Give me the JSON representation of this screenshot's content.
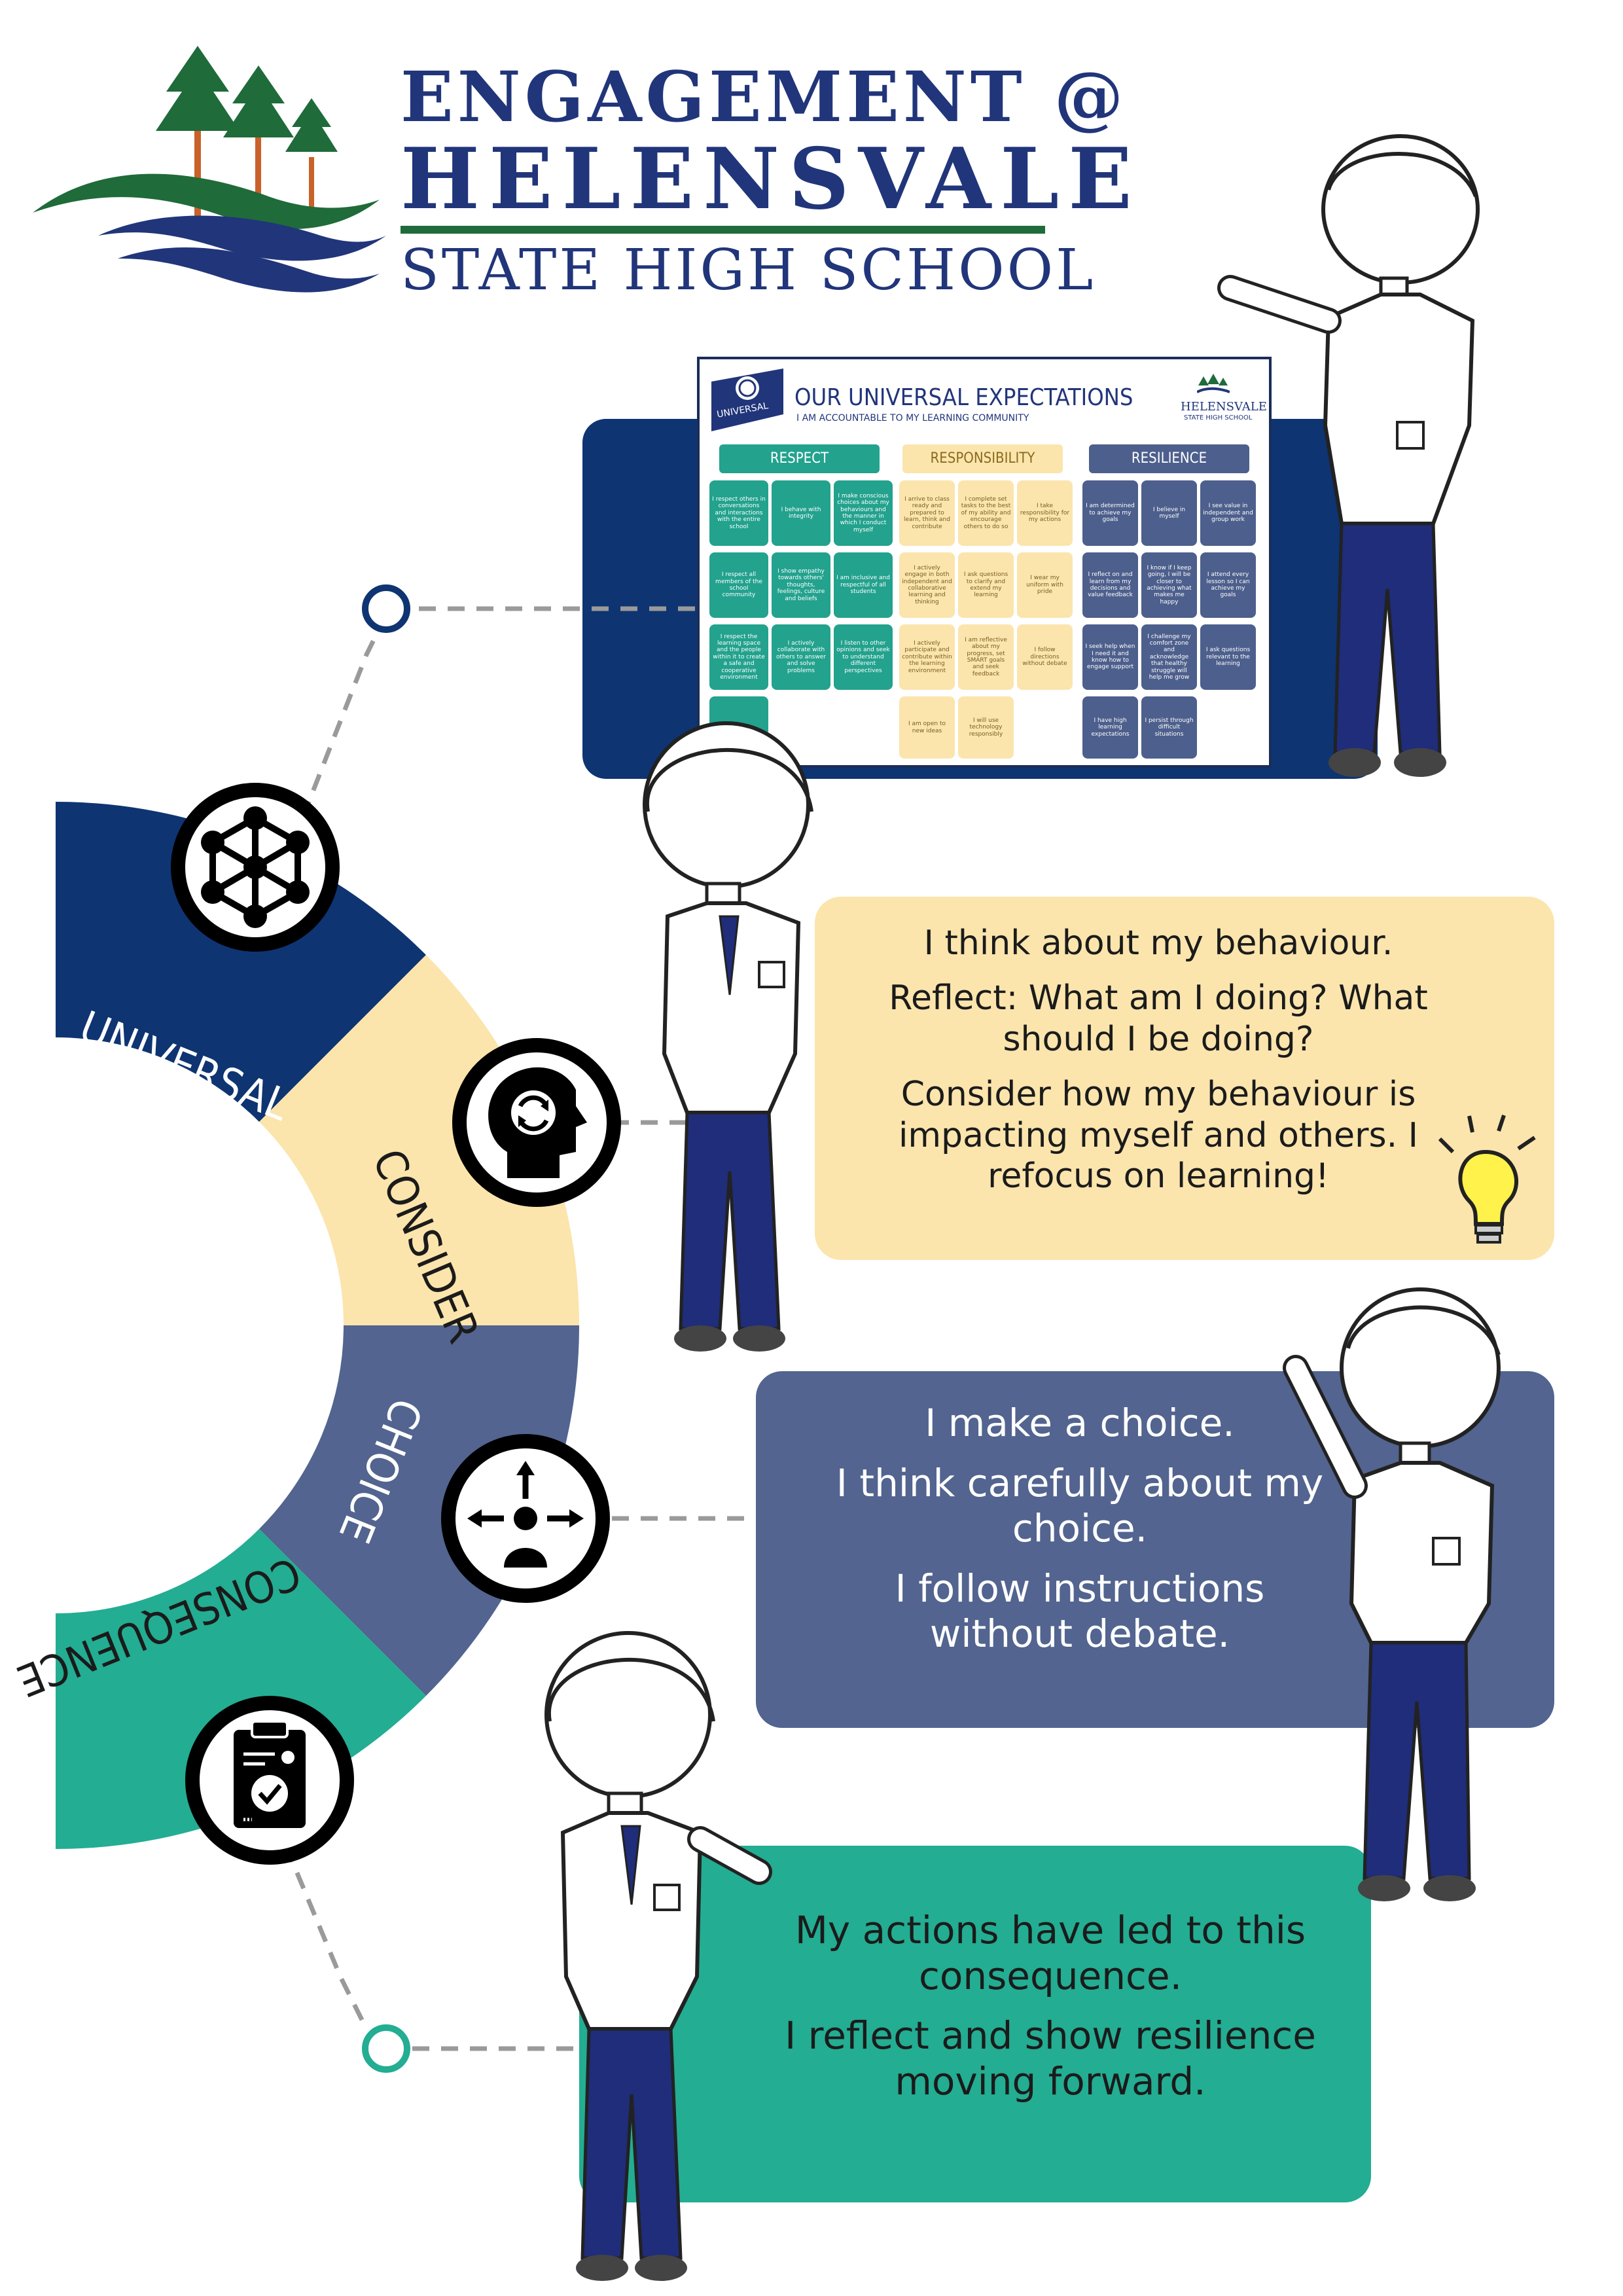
{
  "header": {
    "line1": "ENGAGEMENT @",
    "line2": "HELENSVALE",
    "line3": "STATE HIGH SCHOOL"
  },
  "poster": {
    "title": "OUR UNIVERSAL EXPECTATIONS",
    "subtitle": "I AM ACCOUNTABLE TO MY LEARNING COMMUNITY",
    "badge": "UNIVERSAL",
    "logo_name": "HELENSVALE",
    "logo_sub": "STATE HIGH SCHOOL",
    "columns": [
      {
        "label": "RESPECT",
        "color": "#23a28e",
        "cells": [
          "I respect others in conversations and interactions with the entire school",
          "I behave with integrity",
          "I make conscious choices about my behaviours and the manner in which I conduct myself",
          "I respect all members of the school community",
          "I show empathy towards others' thoughts, feelings, culture and beliefs",
          "I am inclusive and respectful of all students",
          "I respect the learning space and the people within it to create a safe and cooperative environment",
          "I actively collaborate with others to answer and solve problems",
          "I listen to other opinions and seek to understand different perspectives",
          ""
        ]
      },
      {
        "label": "RESPONSIBILITY",
        "color": "#fbe5ad",
        "cells": [
          "I arrive to class ready and prepared to learn, think and contribute",
          "I complete set tasks to the best of my ability and encourage others to do so",
          "I take responsibility for my actions",
          "I actively engage in both independent and collaborative learning and thinking",
          "I ask questions to clarify and extend my learning",
          "I wear my uniform with pride",
          "I actively participate and contribute within the learning environment",
          "I am reflective about my progress, set SMART goals and seek feedback",
          "I follow directions without debate",
          "I am open to new ideas",
          "I will use technology responsibly"
        ]
      },
      {
        "label": "RESILIENCE",
        "color": "#4d5f8c",
        "cells": [
          "I am determined to achieve my goals",
          "I believe in myself",
          "I see value in independent and group work",
          "I reflect on and learn from my decisions and value feedback",
          "I know if I keep going, I will be closer to achieving what makes me happy",
          "I attend every lesson so I can achieve my goals",
          "I seek help when I need it and know how to engage support",
          "I challenge my comfort zone and acknowledge that healthy struggle will help me grow",
          "I ask questions relevant to the learning",
          "I have high learning expectations",
          "I persist through difficult situations"
        ]
      }
    ]
  },
  "arc": {
    "universal": "UNIVERSAL",
    "consider": "CONSIDER",
    "choice": "CHOICE",
    "consequence": "CONSEQUENCE"
  },
  "panels": {
    "consider": [
      "I think about my behaviour.",
      "Reflect: What am I doing? What should I be doing?",
      "Consider how my behaviour is impacting myself and others. I refocus on learning!"
    ],
    "choice": [
      "I make a choice.",
      "I think carefully about my choice.",
      "I follow instructions without debate."
    ],
    "consequence": [
      "My actions have led to this consequence.",
      "I reflect and show resilience moving forward."
    ]
  },
  "colors": {
    "navy": "#0e3472",
    "cream": "#fbe5ad",
    "slate": "#52648f",
    "teal": "#23ad92",
    "green": "#1f6b3a"
  },
  "icons": [
    "network-icon",
    "head-refresh-icon",
    "directions-person-icon",
    "clipboard-check-icon",
    "lightbulb-icon",
    "tree-logo-icon"
  ]
}
